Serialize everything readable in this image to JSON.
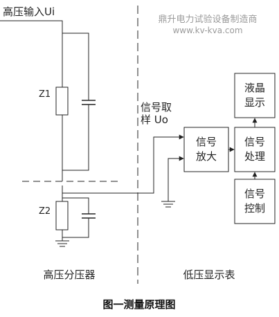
{
  "diagram": {
    "input_label": "高压输入Ui",
    "z1_label": "Z1",
    "z2_label": "Z2",
    "sample_label_line1": "信号取",
    "sample_label_line2": "样 Uo",
    "amp_line1": "信号",
    "amp_line2": "放大",
    "proc_line1": "信号",
    "proc_line2": "处理",
    "lcd_line1": "液晶",
    "lcd_line2": "显示",
    "ctrl_line1": "信号",
    "ctrl_line2": "控制",
    "hv_section_label": "高压分压器",
    "lv_section_label": "低压显示表",
    "caption": "图一测量原理图"
  },
  "watermark": {
    "company": "鼎升电力试验设备制造商",
    "url": "www.kv-kva.com"
  }
}
